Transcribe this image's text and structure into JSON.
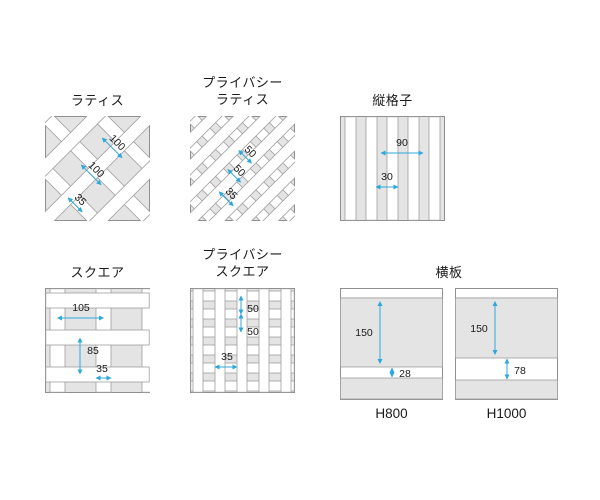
{
  "colors": {
    "dimension_accent": "#2ea7db",
    "panel_fill": "#e4e4e4",
    "strip_fill": "#ffffff",
    "outline": "#8f8f8f",
    "text": "#1a1a1a"
  },
  "panels": {
    "lattice": {
      "title": "ラティス",
      "dim_pitch_a": "100",
      "dim_pitch_b": "100",
      "dim_strip": "35"
    },
    "privacy_lattice": {
      "title_line1": "プライバシー",
      "title_line2": "ラティス",
      "dim_pitch_a": "50",
      "dim_pitch_b": "50",
      "dim_strip": "35"
    },
    "vertical_slats": {
      "title": "縦格子",
      "dim_pitch": "90",
      "dim_strip": "30"
    },
    "square": {
      "title": "スクエア",
      "dim_pitch_h": "105",
      "dim_pitch_v": "85",
      "dim_strip": "35"
    },
    "privacy_square": {
      "title_line1": "プライバシー",
      "title_line2": "スクエア",
      "dim_pitch_a": "50",
      "dim_pitch_b": "50",
      "dim_strip": "35"
    },
    "horizontal_boards": {
      "title": "横板",
      "h800": {
        "label": "H800",
        "dim_board": "150",
        "dim_gap": "28"
      },
      "h1000": {
        "label": "H1000",
        "dim_board": "150",
        "dim_gap": "78"
      }
    }
  }
}
